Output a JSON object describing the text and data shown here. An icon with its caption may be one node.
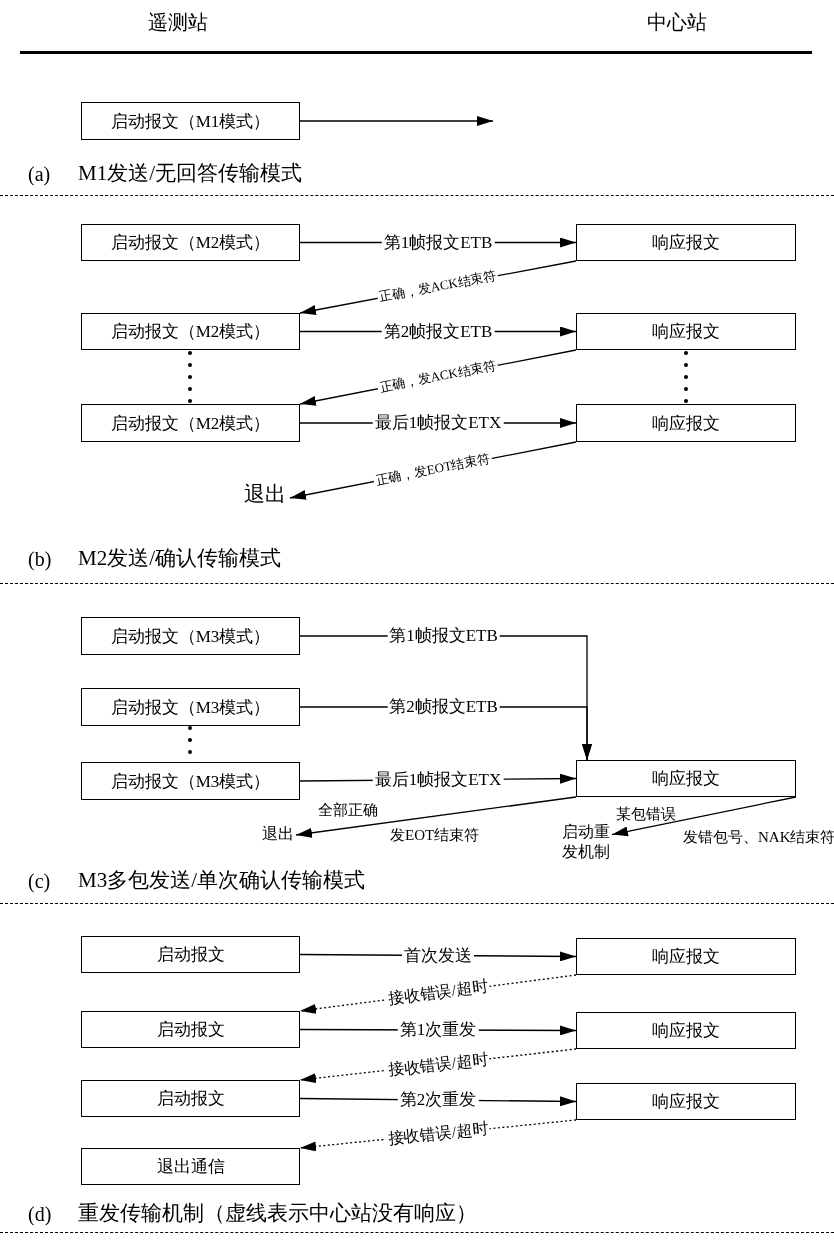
{
  "diagram": {
    "nodes": [
      {
        "text": [
          "启动报文（M1模式）"
        ]
      },
      {
        "text": [
          "启动报文（M2模式）"
        ]
      },
      {
        "text": [
          "响应报文"
        ]
      },
      {
        "text": [
          "启动报文（M2模式）"
        ]
      },
      {
        "text": [
          "响应报文"
        ]
      },
      {
        "text": [
          "启动报文（M2模式）"
        ]
      },
      {
        "text": [
          "响应报文"
        ]
      },
      {
        "text": [
          "退出"
        ]
      },
      {
        "text": [
          "启动报文（M3模式）"
        ]
      },
      {
        "text": [
          "启动报文（M3模式）"
        ]
      },
      {
        "text": [
          "启动报文（M3模式）"
        ]
      },
      {
        "text": [
          "响应报文"
        ]
      },
      {
        "text": [
          "退出"
        ]
      },
      {
        "text": [
          "启动重发机制"
        ]
      },
      {
        "text": [
          "启动报文"
        ]
      },
      {
        "text": [
          "响应报文"
        ]
      },
      {
        "text": [
          "启动报文"
        ]
      },
      {
        "text": [
          "响应报文"
        ]
      },
      {
        "text": [
          "启动报文"
        ]
      },
      {
        "text": [
          "响应报文"
        ]
      },
      {
        "text": [
          "退出通信"
        ]
      }
    ],
    "edges": [
      {
        "from": 0,
        "to": null,
        "arrow": "to"
      },
      {
        "from": 1,
        "to": 2,
        "arrow": "to",
        "label": "第1帧报文ETB"
      },
      {
        "from": 2,
        "to": 3,
        "arrow": "to",
        "label": "正确，发ACK结束符"
      },
      {
        "from": 3,
        "to": 4,
        "arrow": "to",
        "label": "第2帧报文ETB"
      },
      {
        "from": 4,
        "to": 5,
        "arrow": "to",
        "label": "正确，发ACK结束符"
      },
      {
        "from": 5,
        "to": 6,
        "arrow": "to",
        "label": "最后1帧报文ETX"
      },
      {
        "from": 6,
        "to": 7,
        "arrow": "to",
        "label": "正确，发EOT结束符"
      },
      {
        "from": 8,
        "to": 11,
        "arrow": "to",
        "label": "第1帧报文ETB"
      },
      {
        "from": 9,
        "to": 11,
        "arrow": "to",
        "label": "第2帧报文ETB"
      },
      {
        "from": 10,
        "to": 11,
        "arrow": "to",
        "label": "最后1帧报文ETX"
      },
      {
        "from": 11,
        "to": 12,
        "arrow": "to",
        "label": "全部正确"
      },
      {
        "from": 11,
        "to": 13,
        "arrow": "to",
        "label": "某包错误"
      },
      {
        "from": 14,
        "to": 15,
        "arrow": "to",
        "label": "首次发送"
      },
      {
        "from": 15,
        "to": 16,
        "arrow": "to",
        "label": "接收错误/超时",
        "style": "dashed"
      },
      {
        "from": 16,
        "to": 17,
        "arrow": "to",
        "label": "第1次重发"
      },
      {
        "from": 17,
        "to": 18,
        "arrow": "to",
        "label": "接收错误/超时",
        "style": "dashed"
      },
      {
        "from": 18,
        "to": 19,
        "arrow": "to",
        "label": "第2次重发"
      },
      {
        "from": 19,
        "to": 20,
        "arrow": "to",
        "label": "接收错误/超时",
        "style": "dashed"
      }
    ],
    "labels": [
      "遥测站",
      "中心站",
      "(a)",
      "M1发送/无回答传输模式",
      "(b)",
      "M2发送/确认传输模式",
      "发EOT结束符",
      "发错包号、NAK结束符",
      "(c)",
      "M3多包发送/单次确认传输模式",
      "(d)",
      "重发传输机制（虚线表示中心站没有响应）"
    ]
  }
}
